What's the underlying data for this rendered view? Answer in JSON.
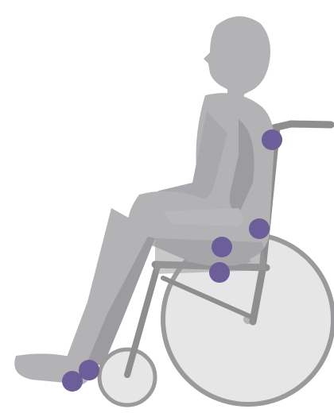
{
  "figure": {
    "subject": "person-seated-in-wheelchair",
    "colors": {
      "background": "#ffffff",
      "wheel_fill": "#e6e6e7",
      "wheel_stroke": "#9a9a9d",
      "frame": "#8e8e91",
      "body_fill": "#b3b3b6",
      "body_shade": "#9c9ca0",
      "marker": "#6c5e98"
    }
  },
  "markers": [
    {
      "name": "pressure-point-shoulder-blade"
    },
    {
      "name": "pressure-point-sacrum"
    },
    {
      "name": "pressure-point-buttock-upper"
    },
    {
      "name": "pressure-point-buttock-lower"
    },
    {
      "name": "pressure-point-heel"
    },
    {
      "name": "pressure-point-heel-side"
    }
  ]
}
